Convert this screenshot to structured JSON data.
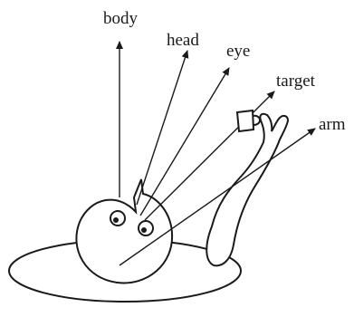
{
  "labels": {
    "body": "body",
    "head": "head",
    "eye": "eye",
    "target": "target",
    "arm": "arm"
  },
  "colors": {
    "ink": "#1a1a1a",
    "background": "#ffffff"
  },
  "icons": {
    "target": "mug-icon"
  }
}
